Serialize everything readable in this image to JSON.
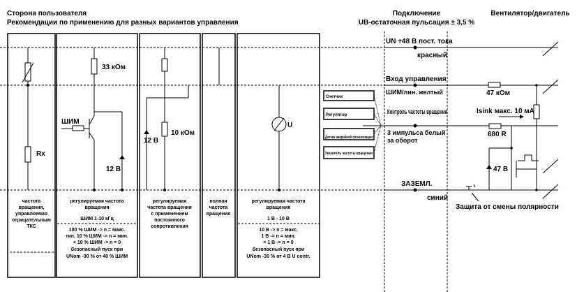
{
  "header": {
    "title": "Сторона пользователя",
    "subtitle": "Рекомендации по применению для разных вариантов управления",
    "connection_title": "Подключение",
    "ripple": "UB-остаточная пульсация ± 3,5 %",
    "fan": "Вентилятор/двигатель"
  },
  "columns": [
    {
      "component": "Rx",
      "lines": [
        "частота",
        "вращения,",
        "управляемая",
        "отрицательным",
        "ТКС"
      ],
      "details": []
    },
    {
      "component": "33 кОм",
      "pwm": "ШИМ",
      "zener": "12 В",
      "lines": [
        "регулируемая частота",
        "вращения"
      ],
      "mode": "ШИМ 1-10 кГц",
      "details": [
        "100 % ШИМ -> n = макс.",
        "тип. 10 % ШИМ -> n = мин.",
        "< 10 % ШИМ -> n = 0",
        "безопасный пуск при",
        "UNom -30 % от 40 % ШИМ"
      ]
    },
    {
      "component": "10 кОм",
      "zener": "12 В",
      "lines": [
        "регулируемая",
        "частота вращения",
        "с применением",
        "постоянного",
        "сопротивления"
      ],
      "details": []
    },
    {
      "lines": [
        "полная",
        "частота",
        "вращения"
      ],
      "details": []
    },
    {
      "component": "U",
      "lines": [
        "регулируемая частота",
        "вращения"
      ],
      "mode": "1 В - 10 В",
      "details": [
        "10 В -> n = макс.",
        "1 В -> n = мин.",
        "< 1 В -> n = 0",
        "безопасный пуск при",
        "UNom -30 % от 4 В U contr."
      ]
    }
  ],
  "devices": [
    "Счетчик",
    "Регулятор",
    "Датчик аварийной сигнализации",
    "Указатель частоты вращения"
  ],
  "connections": {
    "supply": "UN +48 В пост. тока",
    "supply_color": "красный",
    "control": "Вход управления",
    "control_type": "ШИМ/лин.  желтый",
    "tach": "Контроль частоты вращения",
    "tach_pulses": "3 импульса  белый",
    "tach_per": "за оборот",
    "ground": "ЗАЗЕМЛ.",
    "ground_color": "синий"
  },
  "fan_side": {
    "r_control": "47 кОм",
    "isink": "Isink макс. 10 мА",
    "r_tach": "680 R",
    "zener": "47 В",
    "reverse_protection": "Защита от смены полярности"
  }
}
